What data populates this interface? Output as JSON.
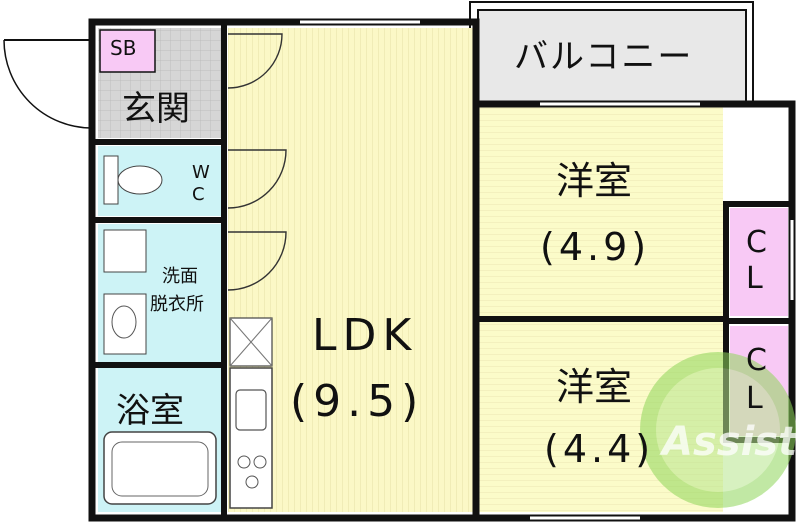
{
  "rooms": {
    "ldk": {
      "name": "LDK",
      "size": "(9.5)"
    },
    "western_room_upper": {
      "name": "洋室",
      "size": "(4.9)"
    },
    "western_room_lower": {
      "name": "洋室",
      "size": "(4.4)"
    },
    "balcony": {
      "name": "バルコニー"
    },
    "entrance": {
      "name": "玄関"
    },
    "shoe_box": {
      "name": "SB"
    },
    "toilet": {
      "name_line1": "W",
      "name_line2": "C"
    },
    "washroom": {
      "name_line1": "洗面",
      "name_line2": "脱衣所"
    },
    "bathroom": {
      "name": "浴室"
    },
    "closet_upper": {
      "name_line1": "C",
      "name_line2": "L"
    },
    "closet_lower": {
      "name_line1": "C",
      "name_line2": "L"
    }
  },
  "watermark": {
    "text": "Assist"
  },
  "colors": {
    "ldk_floor": "#fbf8c6",
    "room_floor": "#fbfbc9",
    "wet_area": "#cdf3f6",
    "closet": "#f8c9f5",
    "balcony": "#e8e8e8",
    "entrance": "#d6d6d6",
    "wall": "#111111",
    "watermark": "#7fcf4a"
  }
}
